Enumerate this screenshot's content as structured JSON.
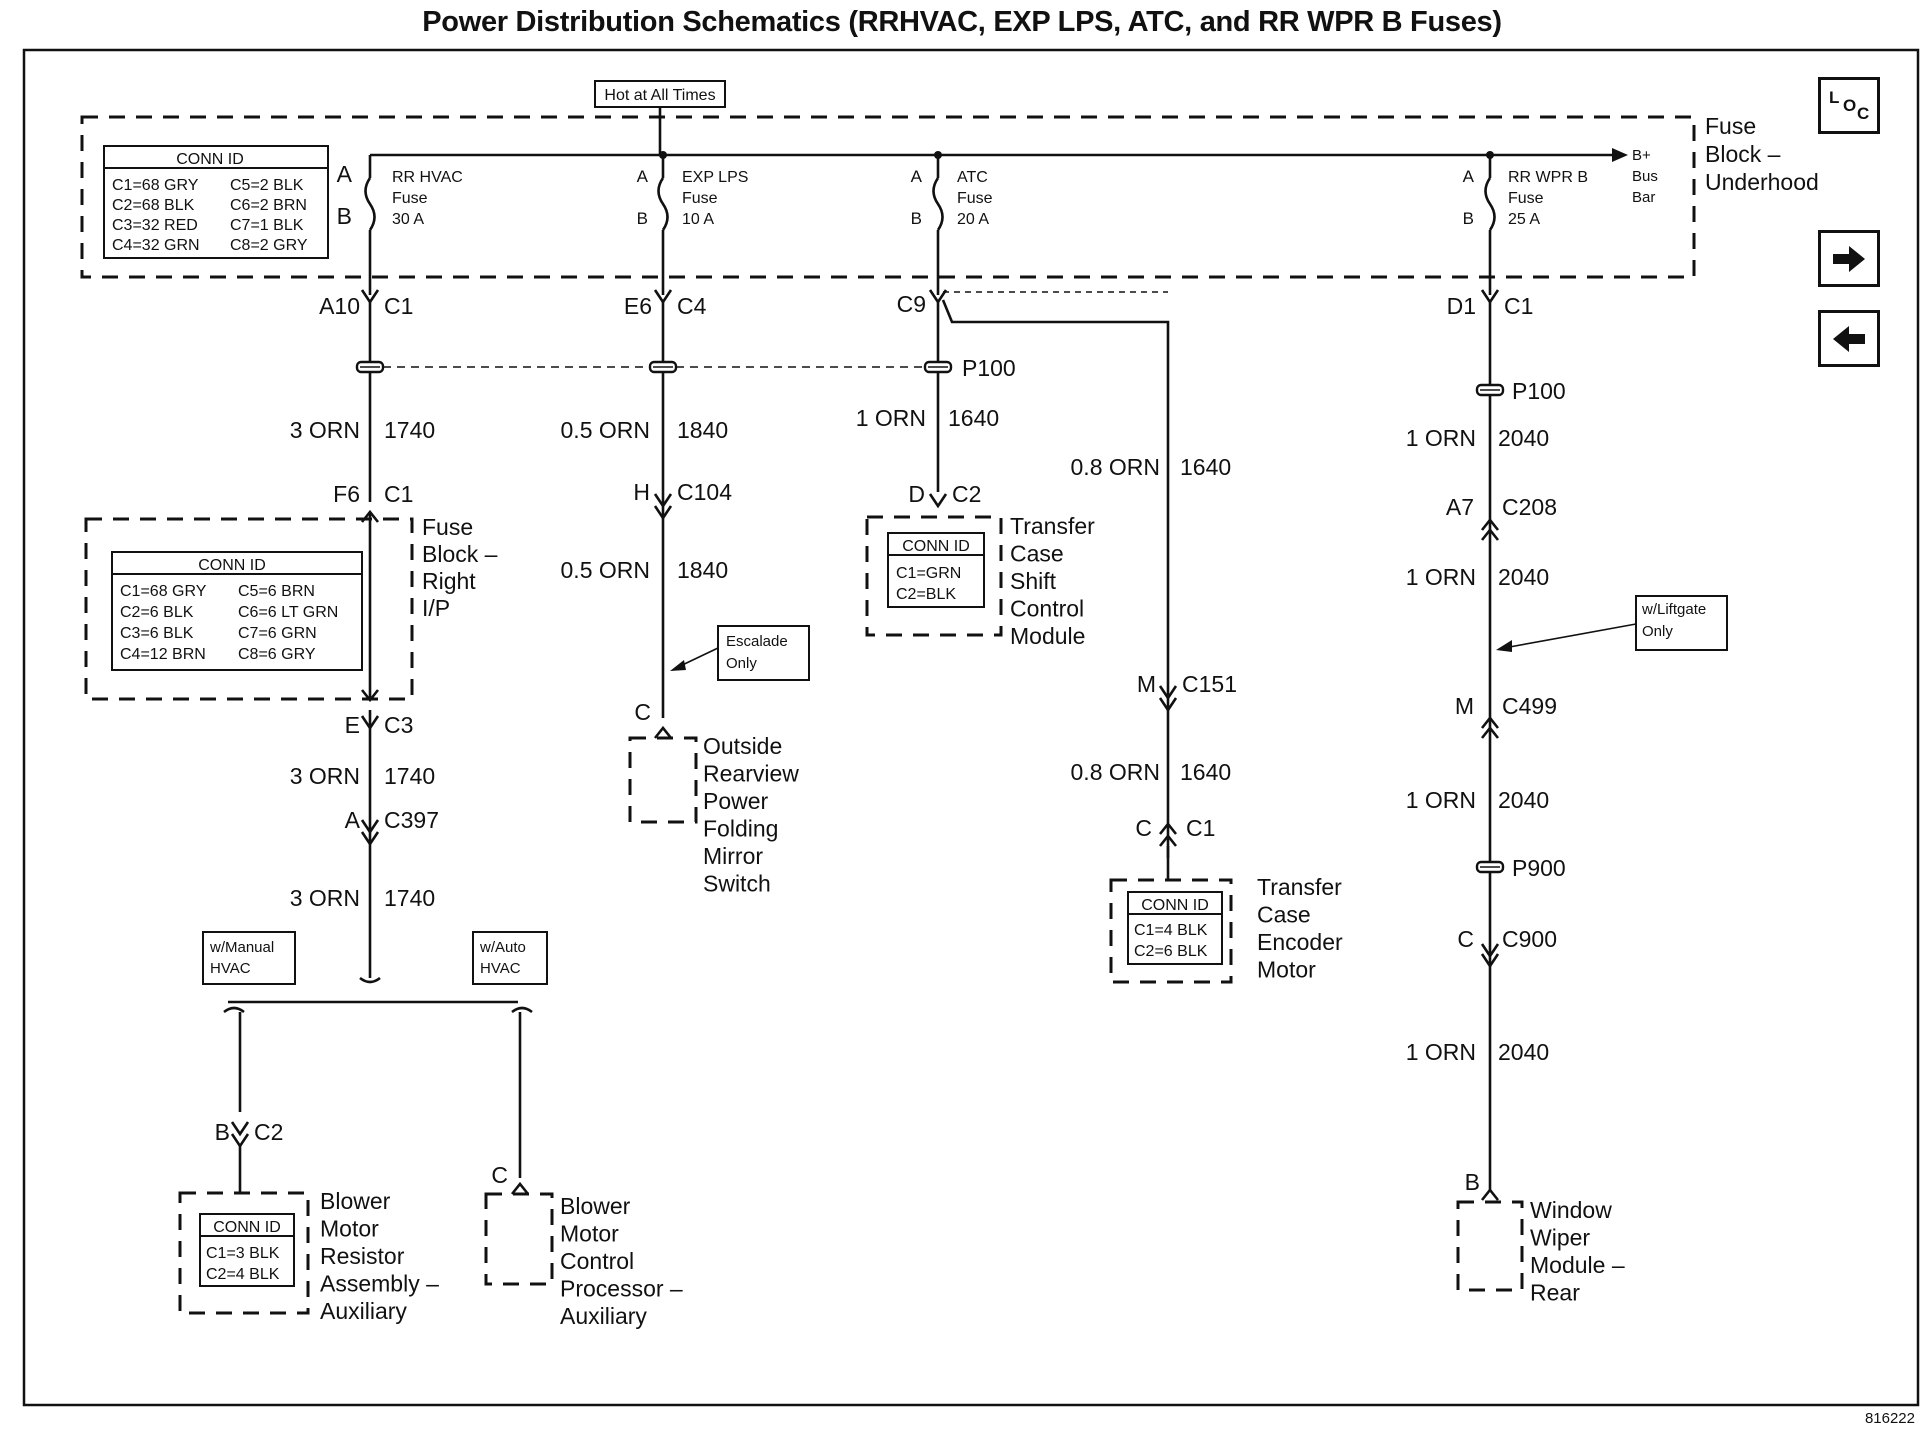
{
  "title": "Power Distribution Schematics (RRHVAC, EXP LPS, ATC, and RR WPR B Fuses)",
  "doc_number": "816222",
  "nav": {
    "loc_label": "LOC",
    "next_icon": "arrow-right-icon",
    "prev_icon": "arrow-left-icon"
  },
  "header": {
    "hot_label": "Hot at All Times",
    "busbar_label": "B+\nBus\nBar",
    "underhood_label": "Fuse\nBlock –\nUnderhood"
  },
  "underhood_conn": {
    "title": "CONN ID",
    "left": [
      "C1=68 GRY",
      "C2=68 BLK",
      "C3=32 RED",
      "C4=32 GRN"
    ],
    "right": [
      "C5=2 BLK",
      "C6=2 BRN",
      "C7=1 BLK",
      "C8=2 GRY"
    ]
  },
  "fuses": [
    {
      "name": "RR HVAC",
      "word": "Fuse",
      "amps": "30 A",
      "pin_a": "A",
      "pin_b": "B"
    },
    {
      "name": "EXP LPS",
      "word": "Fuse",
      "amps": "10 A",
      "pin_a": "A",
      "pin_b": "B"
    },
    {
      "name": "ATC",
      "word": "Fuse",
      "amps": "20 A",
      "pin_a": "A",
      "pin_b": "B"
    },
    {
      "name": "RR WPR B",
      "word": "Fuse",
      "amps": "25 A",
      "pin_a": "A",
      "pin_b": "B"
    }
  ],
  "hvac_branch": {
    "conn1": {
      "pin": "A10",
      "name": "C1"
    },
    "wire1": {
      "gauge": "3 ORN",
      "circuit": "1740"
    },
    "conn2": {
      "pin": "F6",
      "name": "C1"
    },
    "rightip_label": "Fuse\nBlock –\nRight\nI/P",
    "rightip_conn": {
      "title": "CONN ID",
      "left": [
        "C1=68 GRY",
        "C2=6 BLK",
        "C3=6 BLK",
        "C4=12 BRN"
      ],
      "right": [
        "C5=6 BRN",
        "C6=6 LT GRN",
        "C7=6 GRN",
        "C8=6 GRY"
      ]
    },
    "conn3": {
      "pin": "E",
      "name": "C3"
    },
    "wire2": {
      "gauge": "3 ORN",
      "circuit": "1740"
    },
    "conn4": {
      "pin": "A",
      "name": "C397"
    },
    "wire3": {
      "gauge": "3 ORN",
      "circuit": "1740"
    },
    "manual_option": "w/Manual\nHVAC",
    "auto_option": "w/Auto\nHVAC",
    "blower_conn": {
      "pin": "B",
      "name": "C2"
    },
    "blower_resistor": {
      "label": "Blower\nMotor\nResistor\nAssembly –\nAuxiliary",
      "conn": {
        "title": "CONN ID",
        "rows": [
          "C1=3 BLK",
          "C2=4 BLK"
        ]
      }
    },
    "blower_control_pin": "C",
    "blower_control": "Blower\nMotor\nControl\nProcessor –\nAuxiliary"
  },
  "exp_branch": {
    "conn1": {
      "pin": "E6",
      "name": "C4"
    },
    "wire1": {
      "gauge": "0.5 ORN",
      "circuit": "1840"
    },
    "conn2": {
      "pin": "H",
      "name": "C104"
    },
    "wire2": {
      "gauge": "0.5 ORN",
      "circuit": "1840"
    },
    "option": "Escalade\nOnly",
    "end_pin": "C",
    "device": "Outside\nRearview\nPower\nFolding\nMirror\nSwitch"
  },
  "atc_branch": {
    "conn1": {
      "pin": "C9",
      "name": ""
    },
    "splice": "P100",
    "wire1": {
      "gauge": "1 ORN",
      "circuit": "1640"
    },
    "conn2": {
      "pin": "D",
      "name": "C2"
    },
    "shift_conn": {
      "title": "CONN ID",
      "rows": [
        "C1=GRN",
        "C2=BLK"
      ]
    },
    "shift_module": "Transfer\nCase\nShift\nControl\nModule",
    "wire2": {
      "gauge": "0.8 ORN",
      "circuit": "1640"
    },
    "conn3": {
      "pin": "M",
      "name": "C151"
    },
    "wire3": {
      "gauge": "0.8 ORN",
      "circuit": "1640"
    },
    "conn4": {
      "pin": "C",
      "name": "C1"
    },
    "encoder_conn": {
      "title": "CONN ID",
      "rows": [
        "C1=4 BLK",
        "C2=6 BLK"
      ]
    },
    "encoder_motor": "Transfer\nCase\nEncoder\nMotor"
  },
  "wiper_branch": {
    "conn1": {
      "pin": "D1",
      "name": "C1"
    },
    "splice1": "P100",
    "wire1": {
      "gauge": "1 ORN",
      "circuit": "2040"
    },
    "conn2": {
      "pin": "A7",
      "name": "C208"
    },
    "wire2": {
      "gauge": "1 ORN",
      "circuit": "2040"
    },
    "option": "w/Liftgate\nOnly",
    "conn3": {
      "pin": "M",
      "name": "C499"
    },
    "wire3": {
      "gauge": "1 ORN",
      "circuit": "2040"
    },
    "splice2": "P900",
    "conn4": {
      "pin": "C",
      "name": "C900"
    },
    "wire4": {
      "gauge": "1 ORN",
      "circuit": "2040"
    },
    "end_pin": "B",
    "device": "Window\nWiper\nModule –\nRear"
  }
}
